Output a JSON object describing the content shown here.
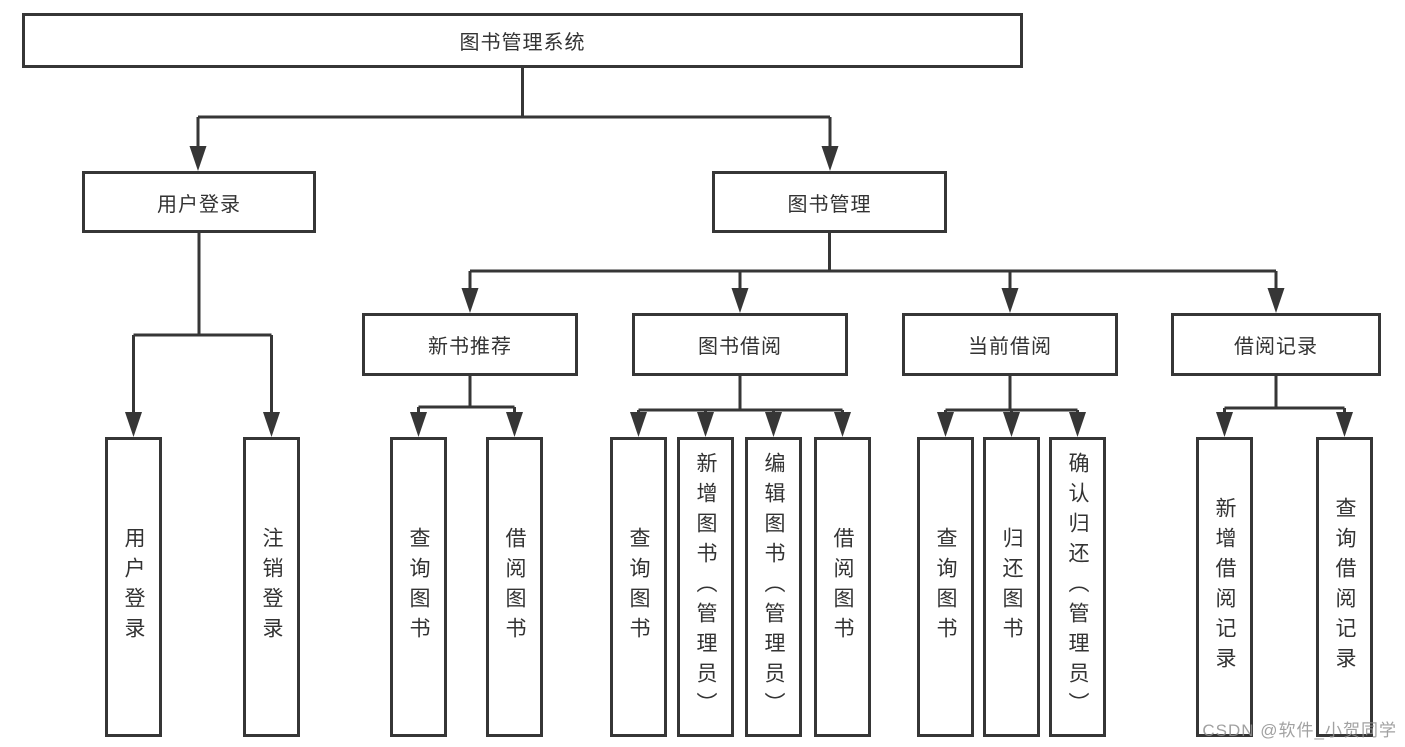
{
  "tree": {
    "label": "图书管理系统",
    "children": [
      {
        "label": "用户登录",
        "children": [
          {
            "label": "用户登录"
          },
          {
            "label": "注销登录"
          }
        ]
      },
      {
        "label": "图书管理",
        "children": [
          {
            "label": "新书推荐",
            "children": [
              {
                "label": "查询图书"
              },
              {
                "label": "借阅图书"
              }
            ]
          },
          {
            "label": "图书借阅",
            "children": [
              {
                "label": "查询图书"
              },
              {
                "label": "新增图书（管理员）"
              },
              {
                "label": "编辑图书（管理员）"
              },
              {
                "label": "借阅图书"
              }
            ]
          },
          {
            "label": "当前借阅",
            "children": [
              {
                "label": "查询图书"
              },
              {
                "label": "归还图书"
              },
              {
                "label": "确认归还（管理员）"
              }
            ]
          },
          {
            "label": "借阅记录",
            "children": [
              {
                "label": "新增借阅记录"
              },
              {
                "label": "查询借阅记录"
              }
            ]
          }
        ]
      }
    ]
  },
  "watermark": "CSDN @软件_小贺同学",
  "colors": {
    "line": "#363636",
    "box_border": "#363636",
    "text": "#333333",
    "background": "#ffffff",
    "watermark": "#919191"
  }
}
